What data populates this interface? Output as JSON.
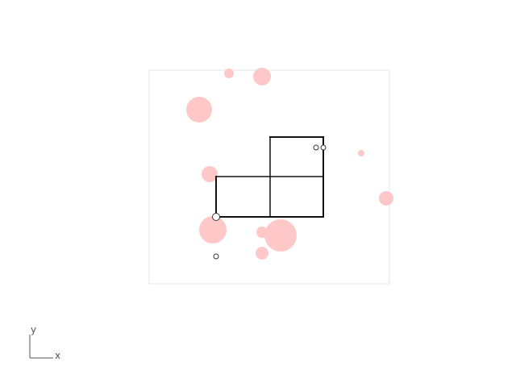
{
  "canvas": {
    "background_color": "#ffffff",
    "frame_color": "#e6e6e6"
  },
  "circles": {
    "fill_color": "#ffc8c8",
    "items": [
      {
        "id": "c1",
        "radius_hint": "small"
      },
      {
        "id": "c2",
        "radius_hint": "medium"
      },
      {
        "id": "c3",
        "radius_hint": "large"
      },
      {
        "id": "c4",
        "radius_hint": "tiny"
      },
      {
        "id": "c5",
        "radius_hint": "small-medium"
      },
      {
        "id": "c6",
        "radius_hint": "small-medium"
      },
      {
        "id": "c7",
        "radius_hint": "large"
      },
      {
        "id": "c8",
        "radius_hint": "xlarge"
      },
      {
        "id": "c9",
        "radius_hint": "small"
      },
      {
        "id": "c10",
        "radius_hint": "small-medium"
      }
    ]
  },
  "shape": {
    "stroke_color": "#111111",
    "segments": 10
  },
  "markers": {
    "stroke_color": "#333333",
    "fill_color": "#ffffff",
    "items": [
      {
        "id": "m1"
      },
      {
        "id": "m2"
      },
      {
        "id": "m3"
      },
      {
        "id": "m4"
      }
    ]
  },
  "axes": {
    "x_label": "x",
    "y_label": "y",
    "color": "#555555"
  }
}
